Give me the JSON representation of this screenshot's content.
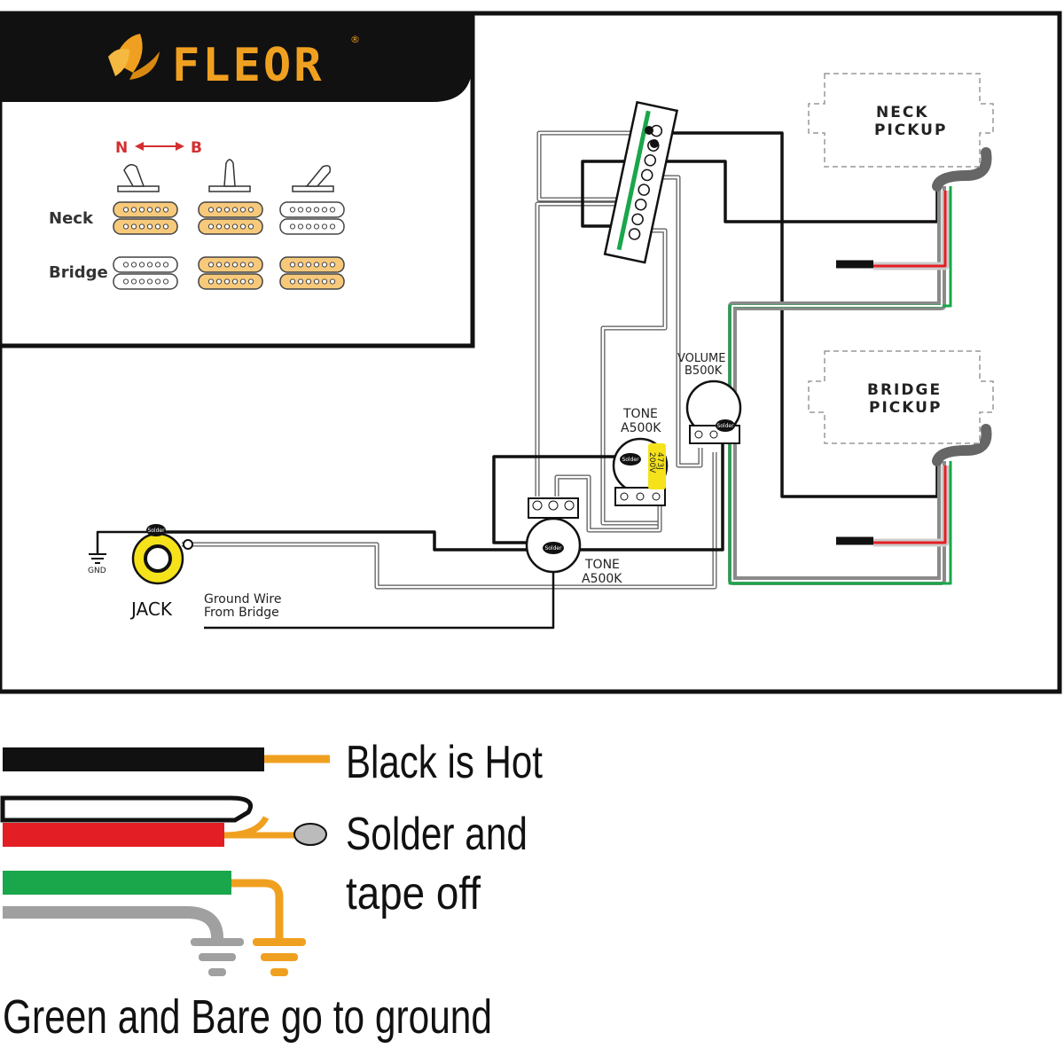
{
  "brand": {
    "name": "FLEOR",
    "registered": "®"
  },
  "switch_positions": {
    "neck_letter": "N",
    "bridge_letter": "B",
    "row_neck": "Neck",
    "row_bridge": "Bridge"
  },
  "components": {
    "neck_pickup_line1": "NECK",
    "neck_pickup_line2": "PICKUP",
    "bridge_pickup_line1": "BRIDGE",
    "bridge_pickup_line2": "PICKUP",
    "volume_line1": "VOLUME",
    "volume_line2": "B500K",
    "tone_upper_line1": "TONE",
    "tone_upper_line2": "A500K",
    "tone_lower_line1": "TONE",
    "tone_lower_line2": "A500K",
    "capacitor_line1": "473J",
    "capacitor_line2": "200V",
    "solder_tag": "Solder",
    "jack": "JACK",
    "gnd": "GND",
    "ground_wire_line1": "Ground Wire",
    "ground_wire_line2": "From Bridge"
  },
  "legend": {
    "black_hot": "Black is Hot",
    "solder_line1": "Solder and",
    "solder_line2": "tape off",
    "ground": "Green and Bare go to ground"
  },
  "colors": {
    "black": "#111111",
    "red": "#e31e24",
    "green": "#1aa64a",
    "gray": "#a0a0a0",
    "orange": "#f0a020",
    "pickup_yellow": "#f7c97a",
    "cap_yellow": "#f5e21a"
  }
}
